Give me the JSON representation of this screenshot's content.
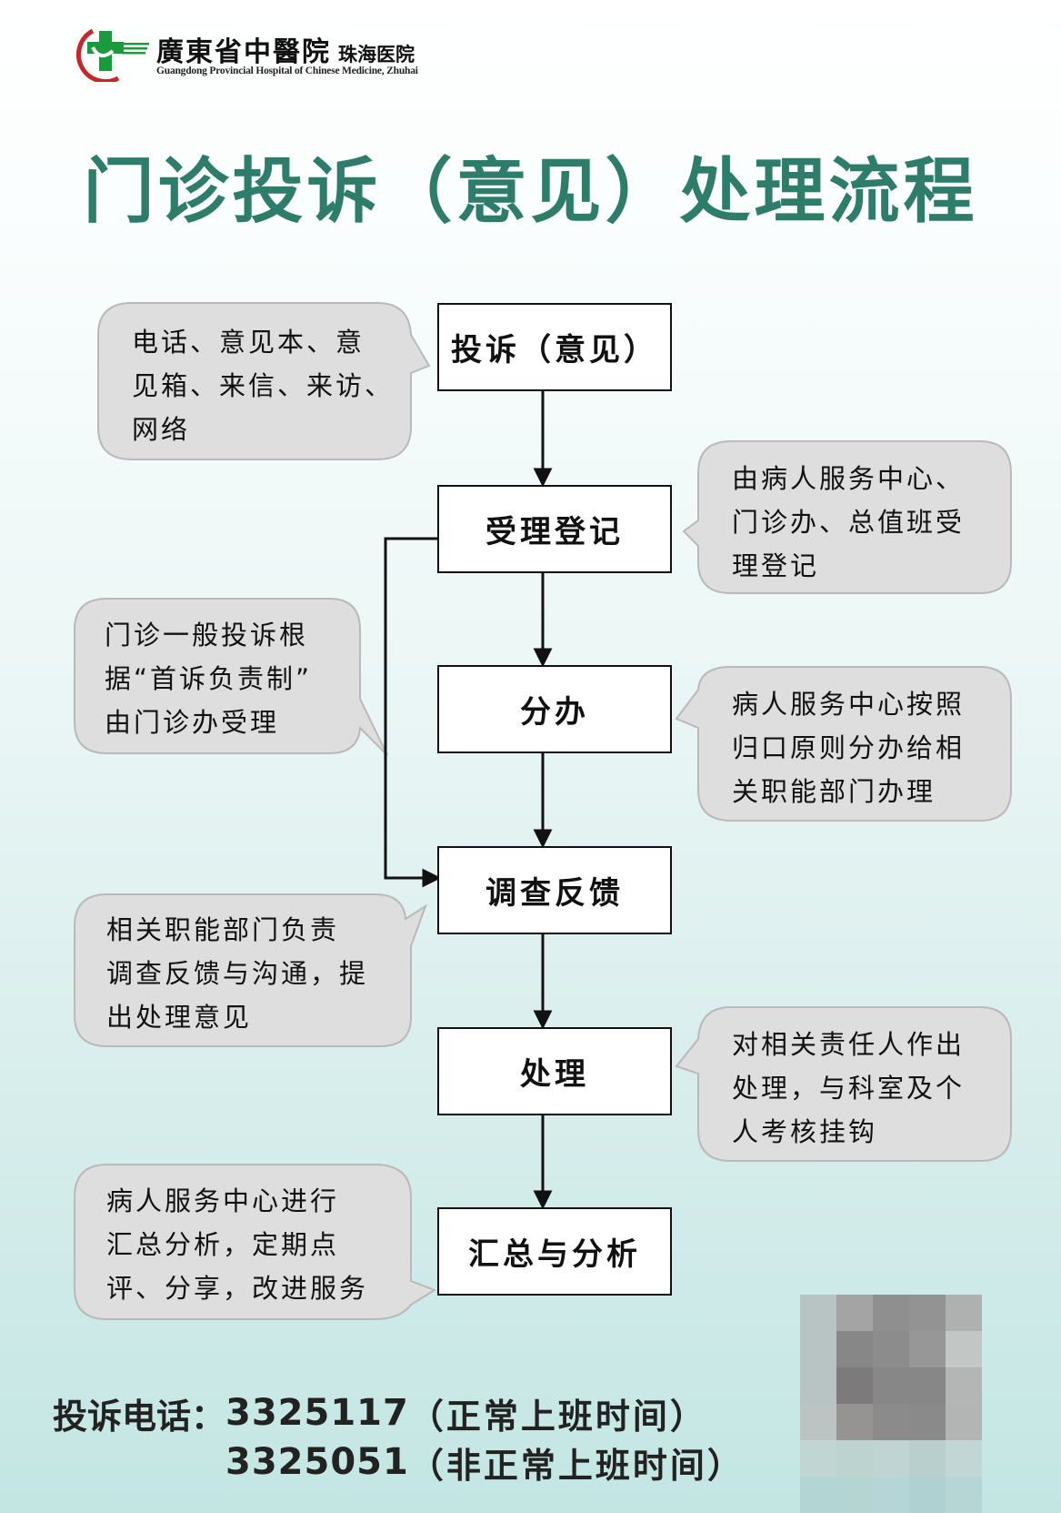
{
  "header": {
    "logo_icon": "hospital-cross-logo-icon",
    "hospital_name_cn": "廣東省中醫院",
    "branch_name_cn": "珠海医院",
    "hospital_name_en": "Guangdong Provincial Hospital of Chinese Medicine, Zhuhai",
    "logo_colors": {
      "cross": "#1a9a3c",
      "arc": "#c8262b"
    }
  },
  "title": "门诊投诉（意见）处理流程",
  "title_color": "#2e7d6a",
  "flow": {
    "steps": [
      {
        "label": "投诉（意见）"
      },
      {
        "label": "受理登记"
      },
      {
        "label": "分办"
      },
      {
        "label": "调查反馈"
      },
      {
        "label": "处理"
      },
      {
        "label": "汇总与分析"
      }
    ],
    "notes": [
      {
        "step": "投诉（意见）",
        "side": "left",
        "text": "电话、意见本、意\n见箱、来信、来访、\n网络"
      },
      {
        "step": "受理登记",
        "side": "right",
        "text": "由病人服务中心、\n门诊办、总值班受\n理登记"
      },
      {
        "step": "受理登记→调查反馈",
        "side": "left",
        "text": "门诊一般投诉根\n据“首诉负责制”\n由门诊办受理"
      },
      {
        "step": "分办",
        "side": "right",
        "text": "病人服务中心按照\n归口原则分办给相\n关职能部门办理"
      },
      {
        "step": "调查反馈",
        "side": "left",
        "text": "相关职能部门负责\n调查反馈与沟通，提\n出处理意见"
      },
      {
        "step": "处理",
        "side": "right",
        "text": "对相关责任人作出\n处理，与科室及个\n人考核挂钩"
      },
      {
        "step": "汇总与分析",
        "side": "left",
        "text": "病人服务中心进行\n汇总分析，定期点\n评、分享，改进服务"
      }
    ],
    "note_fill": "#dedede",
    "bypass": {
      "from": "受理登记",
      "to": "调查反馈"
    }
  },
  "hotline": {
    "label": "投诉电话：",
    "lines": [
      {
        "number": "3325117",
        "note": "（正常上班时间）"
      },
      {
        "number": "3325051",
        "note": "（非正常上班时间）"
      }
    ]
  },
  "qr_code": {
    "state": "pixelated"
  }
}
